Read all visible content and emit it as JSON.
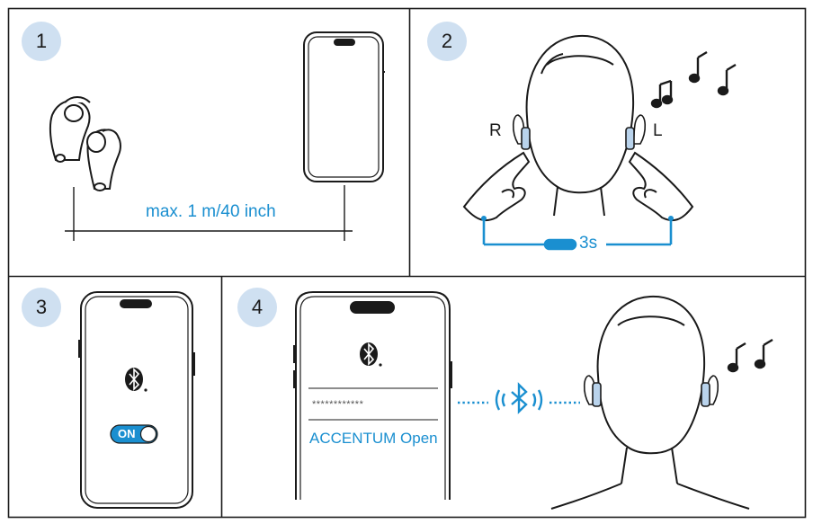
{
  "steps": [
    {
      "number": "1"
    },
    {
      "number": "2"
    },
    {
      "number": "3"
    },
    {
      "number": "4"
    }
  ],
  "step1": {
    "distance_label": "max. 1 m/40 inch"
  },
  "step2": {
    "left_label": "R",
    "right_label": "L",
    "hold_label": "3s"
  },
  "step3": {
    "toggle_label": "ON"
  },
  "step4": {
    "password_mask": "************",
    "device_name": "ACCENTUM Open"
  },
  "colors": {
    "accent": "#1a8fd0",
    "badge": "#cfe0f1",
    "line": "#1a1a1a"
  },
  "icons": [
    "earbud-icon",
    "smartphone-icon",
    "music-note-icon",
    "bluetooth-icon",
    "toggle-switch-icon",
    "head-icon",
    "hand-icon"
  ]
}
